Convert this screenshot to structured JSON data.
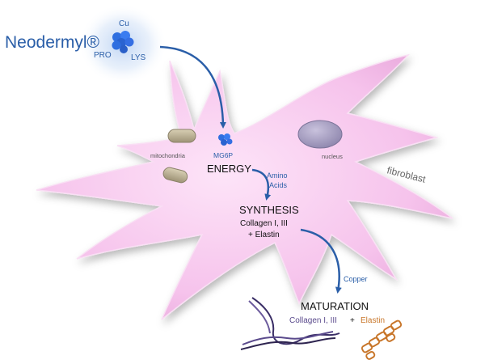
{
  "brand": {
    "name": "Neodermyl®",
    "molecule_labels": [
      "Cu",
      "PRO",
      "LYS"
    ]
  },
  "cell": {
    "label": "fibroblast",
    "organelles": {
      "mitochondria": "mitochondria",
      "nucleus": "nucleus"
    }
  },
  "stages": {
    "mg6p": "MG6P",
    "energy": "ENERGY",
    "amino_acids": [
      "Amino",
      "Acids"
    ],
    "synthesis": "SYNTHESIS",
    "synthesis_products": [
      "Collagen I, III",
      "+ Elastin"
    ],
    "copper": "Copper",
    "maturation": "MATURATION",
    "maturation_collagen": "Collagen I, III",
    "maturation_plus": "+",
    "maturation_elastin": "Elastin"
  },
  "colors": {
    "cell_fill": "#f6c3ec",
    "arrow_blue": "#2a5ea8",
    "brand_blue": "#2a5ea8",
    "molecule_blue": "#2f6fe0",
    "collagen_purple": "#5a4a8c",
    "elastin_orange": "#c8762a"
  }
}
